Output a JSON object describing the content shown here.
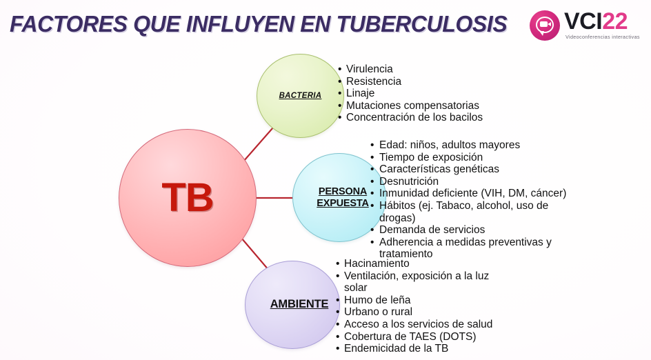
{
  "slide": {
    "title": "FACTORES QUE INFLUYEN EN TUBERCULOSIS",
    "title_color": "#3b2c63",
    "background_color": "#fffcfe"
  },
  "logo": {
    "mark_icon": "video-chat-bubble-icon",
    "word_primary": "VCI",
    "word_accent": "22",
    "tagline": "Videoconferencias interactivas",
    "accent_color": "#e23a8a",
    "primary_color": "#1b1b23"
  },
  "diagram": {
    "center": {
      "label": "TB",
      "text_color": "#c6180c",
      "fill_color": "#ffb8ba",
      "border_color": "#d4697a"
    },
    "branches": [
      {
        "id": "bacteria",
        "label": "BACTERIA",
        "fill_color": "#e3f0bd",
        "border_color": "#a9c06e",
        "items": [
          "Virulencia",
          "Resistencia",
          "Linaje",
          "Mutaciones compensatorias",
          "Concentración de los bacilos"
        ]
      },
      {
        "id": "persona-expuesta",
        "label": "PERSONA EXPUESTA",
        "fill_color": "#c2f1f8",
        "border_color": "#7fc3ce",
        "items": [
          "Edad: niños, adultos mayores",
          "Tiempo de exposición",
          "Características genéticas",
          "Desnutrición",
          "Inmunidad deficiente (VIH, DM, cáncer)",
          "Hábitos (ej. Tabaco, alcohol, uso de drogas)",
          "Demanda de servicios",
          "Adherencia a medidas preventivas y tratamiento"
        ]
      },
      {
        "id": "ambiente",
        "label": "AMBIENTE",
        "fill_color": "#ddd5f2",
        "border_color": "#a99ed6",
        "items": [
          "Hacinamiento",
          "Ventilación, exposición a la luz solar",
          "Humo de leña",
          "Urbano o rural",
          "Acceso a los servicios de salud",
          "Cobertura de TAES (DOTS)",
          "Endemicidad de la TB"
        ]
      }
    ],
    "connector_color": "#b8252f"
  }
}
